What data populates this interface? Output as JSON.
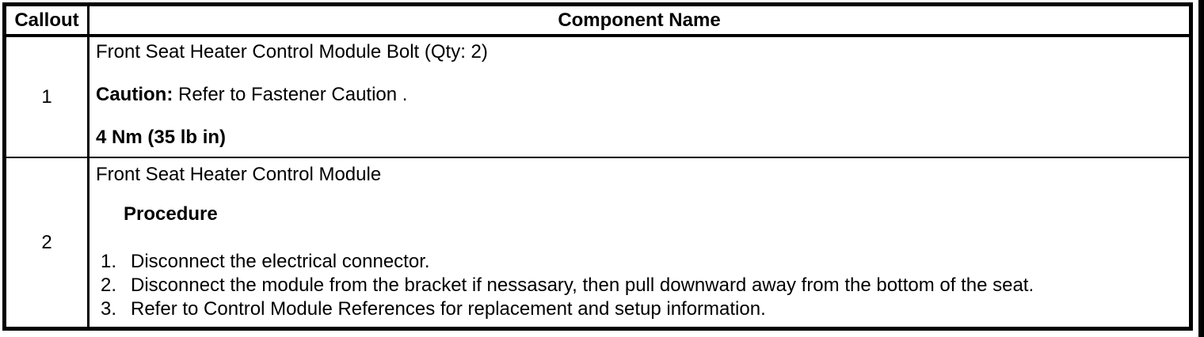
{
  "table": {
    "header": {
      "callout": "Callout",
      "component_name": "Component Name"
    },
    "rows": [
      {
        "callout": "1",
        "title": "Front Seat Heater Control Module Bolt (Qty: 2)",
        "caution_label": "Caution:",
        "caution_text": " Refer to Fastener Caution .",
        "torque": "4 Nm (35 lb in)"
      },
      {
        "callout": "2",
        "title": "Front Seat Heater Control Module",
        "procedure_label": "Procedure",
        "steps": [
          {
            "num": "1.",
            "text": "Disconnect the electrical connector."
          },
          {
            "num": "2.",
            "text": "Disconnect the module from the bracket if nessasary, then pull downward away from the bottom of the seat."
          },
          {
            "num": "3.",
            "text": "Refer to Control Module References for replacement and setup information."
          }
        ]
      }
    ]
  },
  "colors": {
    "text": "#000000",
    "background": "#ffffff",
    "border": "#000000"
  }
}
